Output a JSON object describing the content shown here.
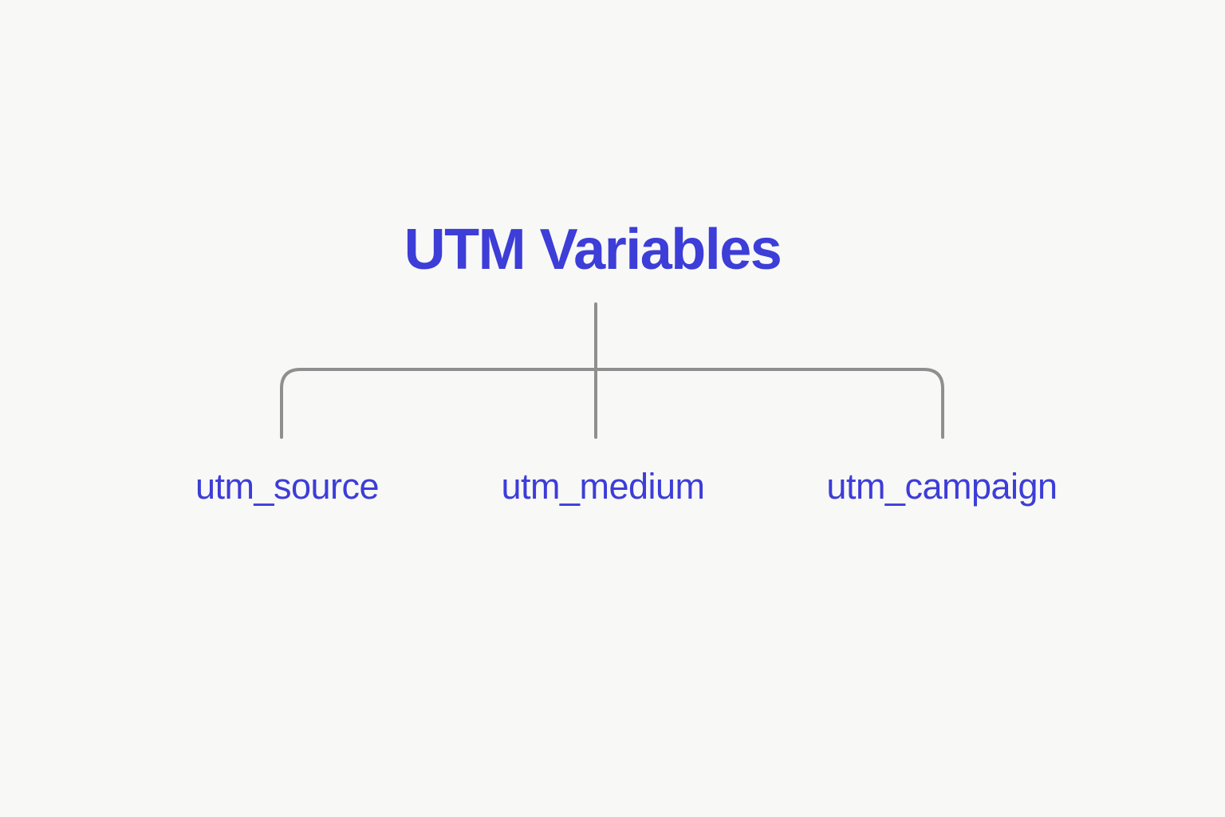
{
  "diagram": {
    "title": "UTM Variables",
    "children": [
      {
        "label": "utm_source"
      },
      {
        "label": "utm_medium"
      },
      {
        "label": "utm_campaign"
      }
    ]
  },
  "colors": {
    "background": "#f8f8f7",
    "connector_line": "#8f8f8f",
    "title_text": "#3d3dd8",
    "label_text": "#3d3dd8"
  }
}
